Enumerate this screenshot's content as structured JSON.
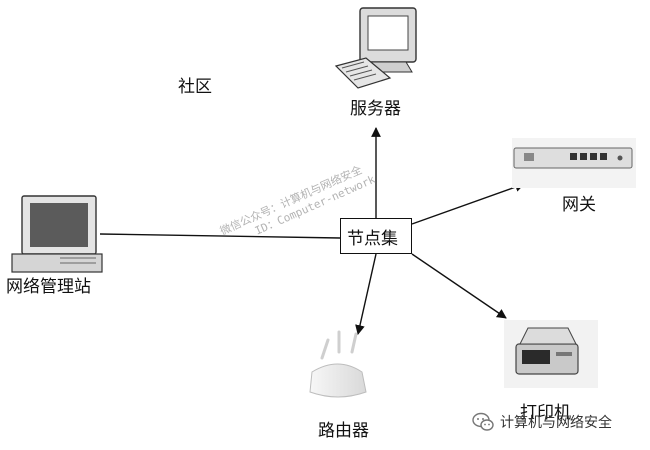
{
  "nodes": {
    "server": "服务器",
    "gateway": "网关",
    "mgmt": "网络管理站",
    "hub": "节点集",
    "router": "路由器",
    "printer": "打印机"
  },
  "community_label": "社区",
  "watermark": {
    "line1": "微信公众号：计算机与网络安全",
    "line2": "ID：Computer-network"
  },
  "footer": {
    "brand": "计算机与网络安全",
    "icon": "wechat-icon"
  }
}
